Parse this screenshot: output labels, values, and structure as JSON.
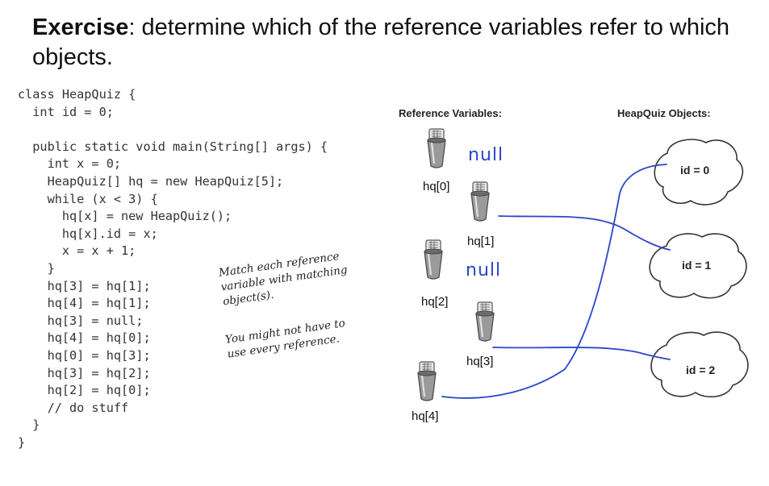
{
  "title": {
    "bold": "Exercise",
    "rest": ": determine which of the reference variables refer to which objects."
  },
  "code_lines": [
    "class HeapQuiz {",
    "  int id = 0;",
    "",
    "  public static void main(String[] args) {",
    "    int x = 0;",
    "    HeapQuiz[] hq = new HeapQuiz[5];",
    "    while (x < 3) {",
    "      hq[x] = new HeapQuiz();",
    "      hq[x].id = x;",
    "      x = x + 1;",
    "    }",
    "    hq[3] = hq[1];",
    "    hq[4] = hq[1];",
    "    hq[3] = null;",
    "    hq[4] = hq[0];",
    "    hq[0] = hq[3];",
    "    hq[3] = hq[2];",
    "    hq[2] = hq[0];",
    "    // do stuff",
    "  }",
    "}"
  ],
  "notes": {
    "match": [
      "Match each reference",
      "variable with matching",
      "object(s)."
    ],
    "might": [
      "You might not have to",
      "use every reference."
    ]
  },
  "headers": {
    "refs": "Reference Variables:",
    "objects": "HeapQuiz Objects:"
  },
  "refs": [
    "hq[0]",
    "hq[1]",
    "hq[2]",
    "hq[3]",
    "hq[4]"
  ],
  "objects": [
    "id = 0",
    "id = 1",
    "id = 2"
  ],
  "handwritten": {
    "null_1": "null",
    "null_2": "null"
  },
  "colors": {
    "ink": "#2a46c9",
    "cup": "#555555"
  }
}
